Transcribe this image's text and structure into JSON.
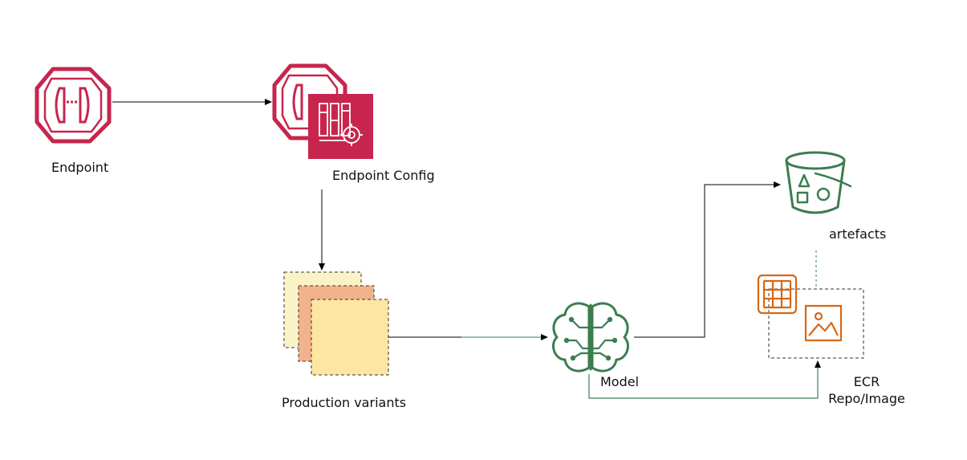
{
  "nodes": {
    "endpoint": {
      "label": "Endpoint",
      "icon": "sagemaker-endpoint-icon"
    },
    "endpoint_config": {
      "label": "Endpoint Config",
      "icon": "sagemaker-endpoint-config-icon"
    },
    "production_variants": {
      "label": "Production variants",
      "icon": "stacked-variants-icon"
    },
    "model": {
      "label": "Model",
      "icon": "sagemaker-model-brain-icon"
    },
    "artefacts": {
      "label": "artefacts",
      "icon": "s3-bucket-icon"
    },
    "ecr": {
      "label_line1": "ECR",
      "label_line2": "Repo/Image",
      "icon": "ecr-registry-icon"
    }
  },
  "edges": [
    {
      "from": "endpoint",
      "to": "endpoint_config"
    },
    {
      "from": "endpoint_config",
      "to": "production_variants"
    },
    {
      "from": "production_variants",
      "to": "model"
    },
    {
      "from": "model",
      "to": "artefacts"
    },
    {
      "from": "model",
      "to": "ecr"
    },
    {
      "from": "artefacts",
      "to": "ecr",
      "style": "dashed"
    }
  ],
  "colors": {
    "sagemaker_red": "#c7254e",
    "config_bg": "#c7254e",
    "model_green": "#3b7d4f",
    "ecr_orange": "#d86613",
    "variant_back": "#fbf3c8",
    "variant_mid": "#f2b38c",
    "variant_front": "#fde6a2",
    "arrow": "#000000"
  }
}
